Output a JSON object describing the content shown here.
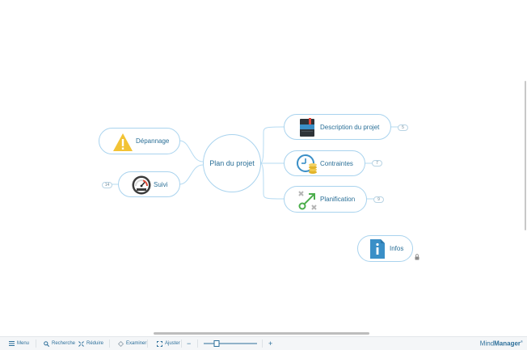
{
  "map": {
    "central": {
      "label": "Plan du projet"
    },
    "left_topics": [
      {
        "id": "depannage",
        "label": "Dépannage",
        "icon": "warning-icon"
      },
      {
        "id": "suivi",
        "label": "Suivi",
        "icon": "gauge-icon",
        "badge": "14"
      }
    ],
    "right_topics": [
      {
        "id": "description",
        "label": "Description du projet",
        "icon": "notebook-icon",
        "badge": "5"
      },
      {
        "id": "contraintes",
        "label": "Contraintes",
        "icon": "clock-coins-icon",
        "badge": "7"
      },
      {
        "id": "planification",
        "label": "Planification",
        "icon": "route-icon",
        "badge": "9"
      }
    ],
    "floating": {
      "label": "Infos",
      "icon": "info-document-icon"
    }
  },
  "toolbar": {
    "menu": "Menu",
    "search": "Recherche",
    "reduce": "Réduire",
    "examine": "Examiner",
    "fit": "Ajuster",
    "zoom_minus": "−",
    "zoom_plus": "+",
    "brand_light": "Mind",
    "brand_bold": "Manager",
    "brand_mark": "®"
  },
  "colors": {
    "topic_border": "#a9d3ee",
    "topic_text": "#2a6f97",
    "toolbar_bg": "#f4f6f8",
    "warning": "#f2c335"
  }
}
